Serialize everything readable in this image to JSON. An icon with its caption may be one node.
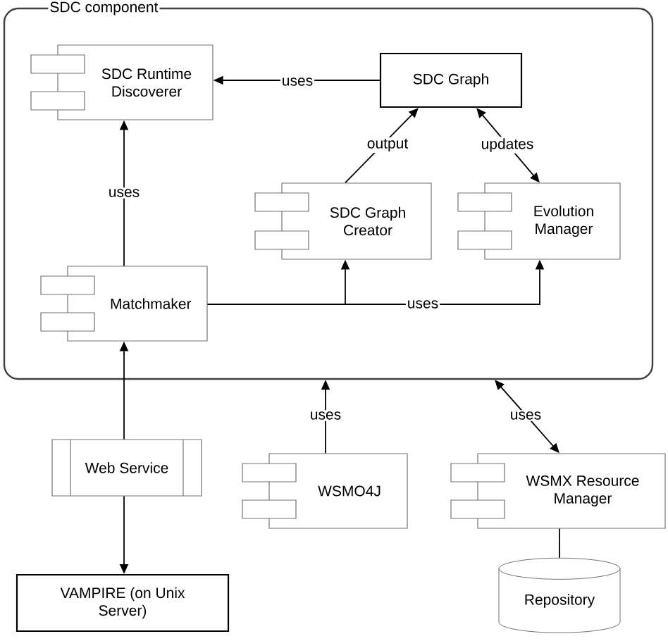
{
  "diagram": {
    "nodes": [
      {
        "text": [
          "SDC component"
        ]
      },
      {
        "text": [
          "SDC Runtime Discoverer"
        ],
        "in": 0
      },
      {
        "text": [
          "SDC Graph"
        ],
        "in": 0
      },
      {
        "text": [
          "SDC Graph Creator"
        ],
        "in": 0
      },
      {
        "text": [
          "Evolution Manager"
        ],
        "in": 0
      },
      {
        "text": [
          "Matchmaker"
        ],
        "in": 0
      },
      {
        "text": [
          "Web Service"
        ]
      },
      {
        "text": [
          "VAMPIRE (on Unix Server)"
        ]
      },
      {
        "text": [
          "WSMO4J"
        ]
      },
      {
        "text": [
          "WSMX Resource Manager"
        ]
      },
      {
        "text": [
          "Repository"
        ]
      }
    ],
    "edges": [
      {
        "from": 2,
        "to": 1,
        "arrow": "to",
        "label": "uses"
      },
      {
        "from": 3,
        "to": 2,
        "arrow": "to",
        "label": "output"
      },
      {
        "from": 2,
        "to": 4,
        "arrow": "both",
        "label": "updates"
      },
      {
        "from": 5,
        "to": 1,
        "arrow": "to",
        "label": "uses"
      },
      {
        "from": 5,
        "to": 3,
        "arrow": "to"
      },
      {
        "from": 5,
        "to": 4,
        "arrow": "to",
        "label": "uses"
      },
      {
        "from": 6,
        "to": 5,
        "arrow": "to"
      },
      {
        "from": 6,
        "to": 7,
        "arrow": "to"
      },
      {
        "from": 8,
        "to": 0,
        "arrow": "to",
        "label": "uses"
      },
      {
        "from": 9,
        "to": 0,
        "arrow": "both",
        "label": "uses"
      },
      {
        "from": 9,
        "to": 10,
        "arrow": "none"
      }
    ]
  }
}
